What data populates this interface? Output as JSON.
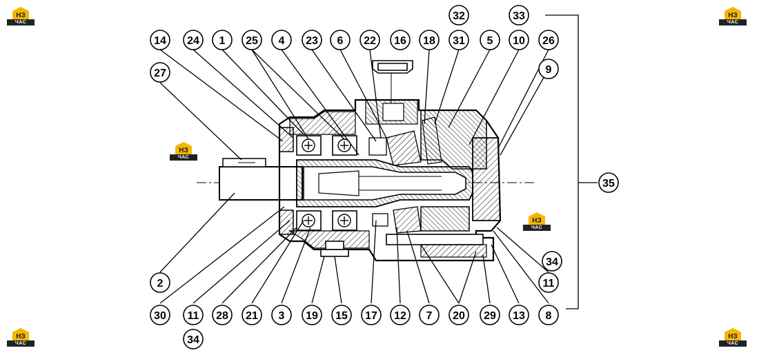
{
  "brand": {
    "logo_text": "ЧАС",
    "logo_mark": "НЗ",
    "colors": {
      "yellow": "#f2b705",
      "dark": "#222222"
    }
  },
  "callouts": [
    "1",
    "2",
    "3",
    "4",
    "5",
    "6",
    "7",
    "8",
    "9",
    "10",
    "11",
    "11",
    "12",
    "13",
    "14",
    "15",
    "16",
    "17",
    "18",
    "19",
    "20",
    "21",
    "22",
    "23",
    "24",
    "25",
    "26",
    "27",
    "28",
    "29",
    "30",
    "31",
    "32",
    "33",
    "34",
    "34",
    "35"
  ]
}
